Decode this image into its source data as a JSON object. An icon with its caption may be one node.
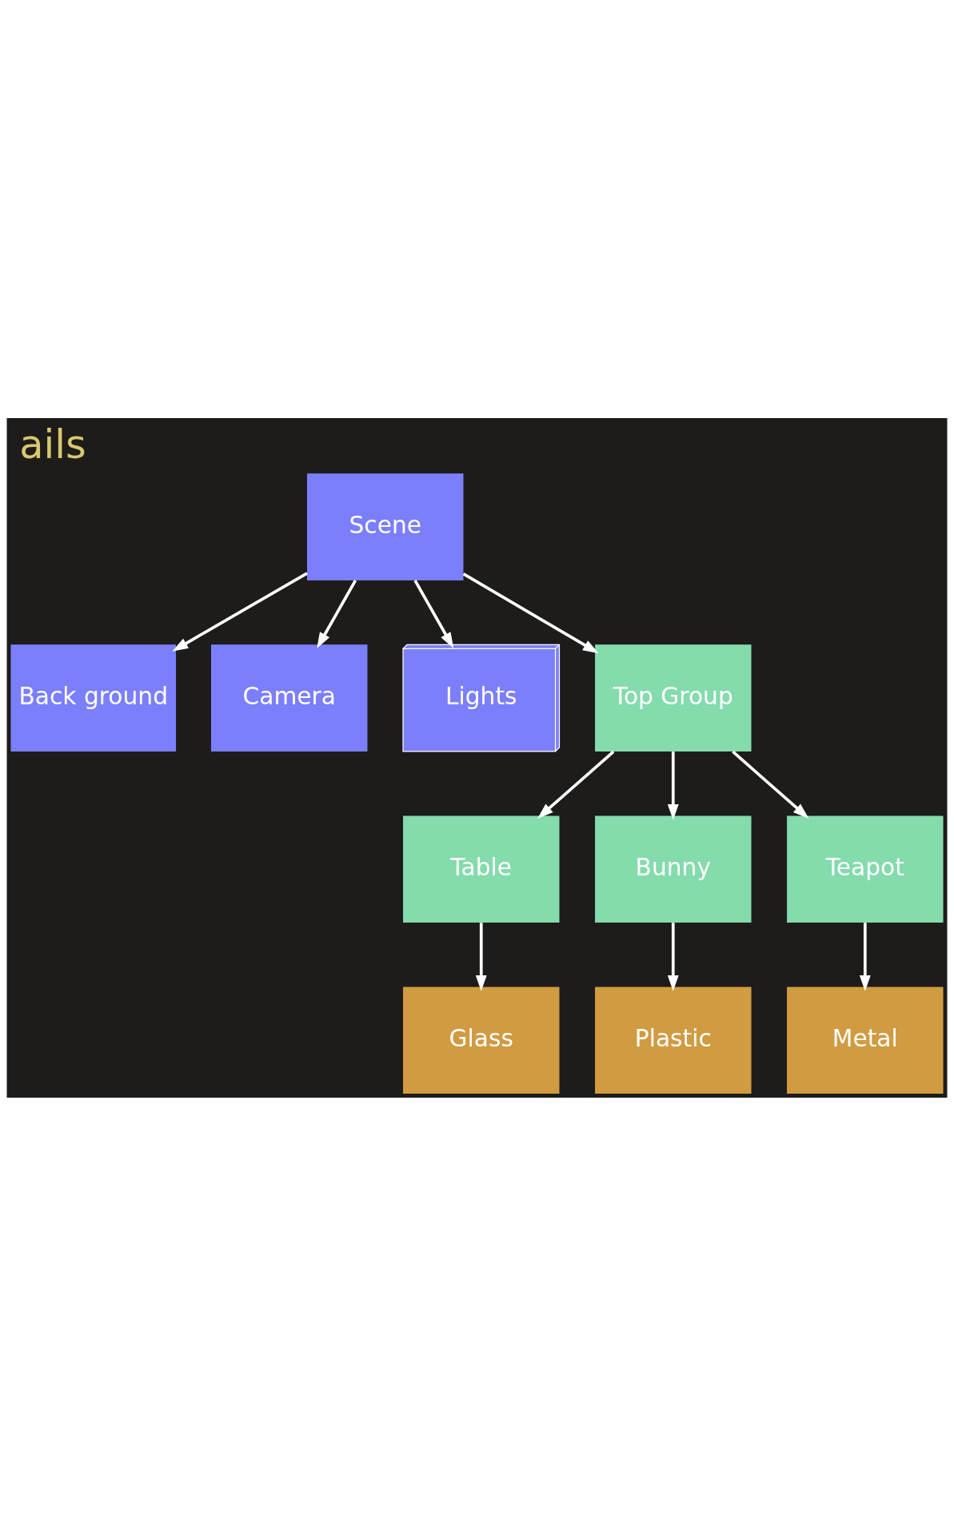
{
  "diagram": {
    "title": "ails",
    "nodes": [
      {
        "text": [
          "Scene"
        ]
      },
      {
        "text": [
          "Back ground"
        ]
      },
      {
        "text": [
          "Camera"
        ]
      },
      {
        "text": [
          "Lights"
        ]
      },
      {
        "text": [
          "Top Group"
        ]
      },
      {
        "text": [
          "Table"
        ]
      },
      {
        "text": [
          "Bunny"
        ]
      },
      {
        "text": [
          "Teapot"
        ]
      },
      {
        "text": [
          "Glass"
        ]
      },
      {
        "text": [
          "Plastic"
        ]
      },
      {
        "text": [
          "Metal"
        ]
      }
    ],
    "edges": [
      {
        "from": 0,
        "to": 1,
        "arrow": "to"
      },
      {
        "from": 0,
        "to": 2,
        "arrow": "to"
      },
      {
        "from": 0,
        "to": 3,
        "arrow": "to"
      },
      {
        "from": 0,
        "to": 4,
        "arrow": "to"
      },
      {
        "from": 4,
        "to": 5,
        "arrow": "to"
      },
      {
        "from": 4,
        "to": 6,
        "arrow": "to"
      },
      {
        "from": 4,
        "to": 7,
        "arrow": "to"
      },
      {
        "from": 5,
        "to": 8,
        "arrow": "to"
      },
      {
        "from": 6,
        "to": 9,
        "arrow": "to"
      },
      {
        "from": 7,
        "to": 10,
        "arrow": "to"
      }
    ]
  }
}
